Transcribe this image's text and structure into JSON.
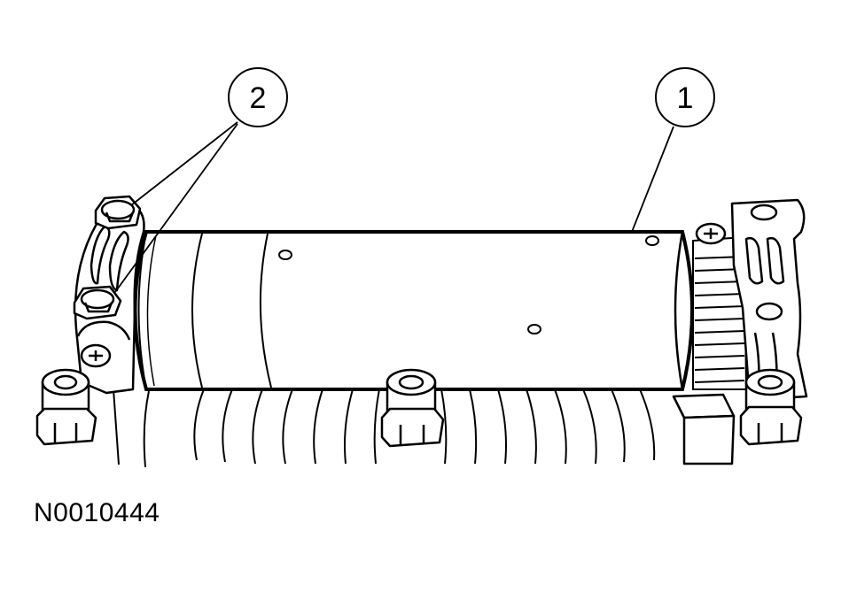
{
  "callouts": [
    {
      "label": "1"
    },
    {
      "label": "2"
    }
  ],
  "figure_id": "N0010444",
  "colors": {
    "line": "#000000",
    "background": "#ffffff"
  }
}
